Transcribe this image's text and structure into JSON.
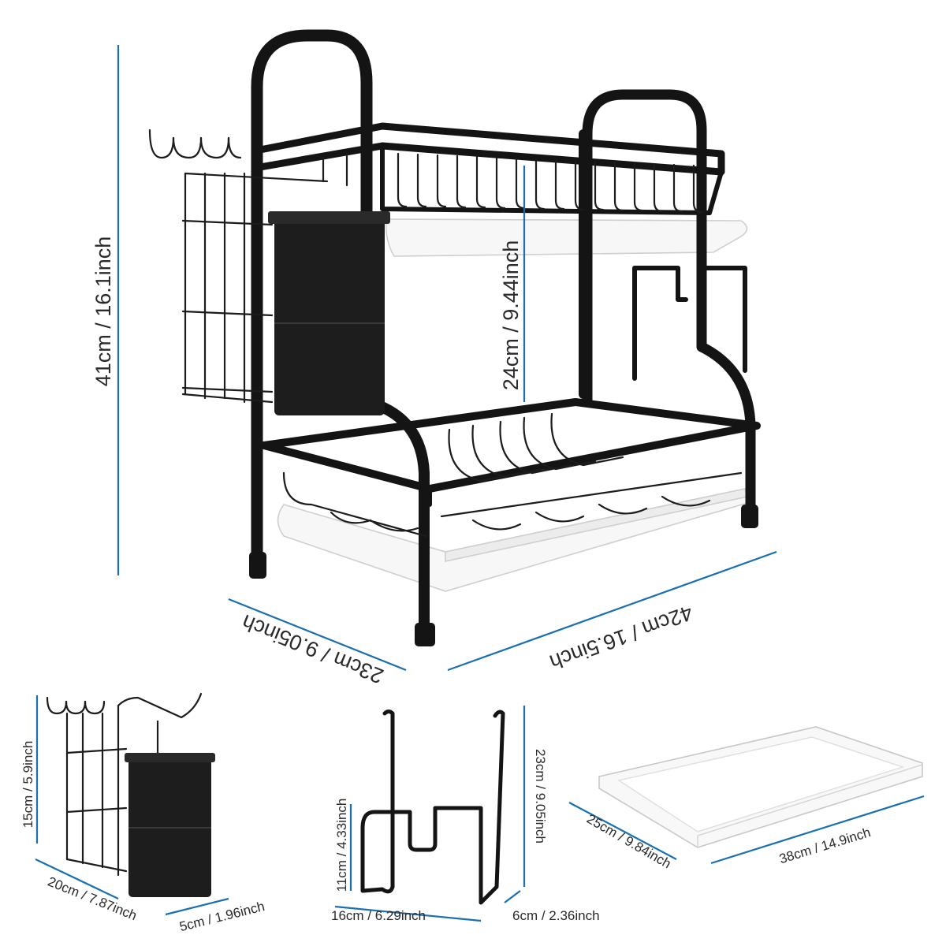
{
  "colors": {
    "accent": "#1a6fb0",
    "rack": "#141414",
    "tray": "#f7f7f7"
  },
  "dimensions": {
    "main": {
      "height": "41cm / 16.1inch",
      "tier_gap": "24cm / 9.44inch",
      "depth": "23cm / 9.05inch",
      "width": "42cm / 16.5inch"
    },
    "utensil_holder": {
      "height": "15cm / 5.9inch",
      "width": "20cm / 7.87inch",
      "depth": "5cm / 1.96inch"
    },
    "board_holder": {
      "height": "11cm / 4.33inch",
      "hook_height": "23cm / 9.05inch",
      "width": "16cm / 6.29inch",
      "depth": "6cm / 2.36inch"
    },
    "drip_tray": {
      "depth": "25cm / 9.84inch",
      "width": "38cm / 14.9inch"
    }
  }
}
